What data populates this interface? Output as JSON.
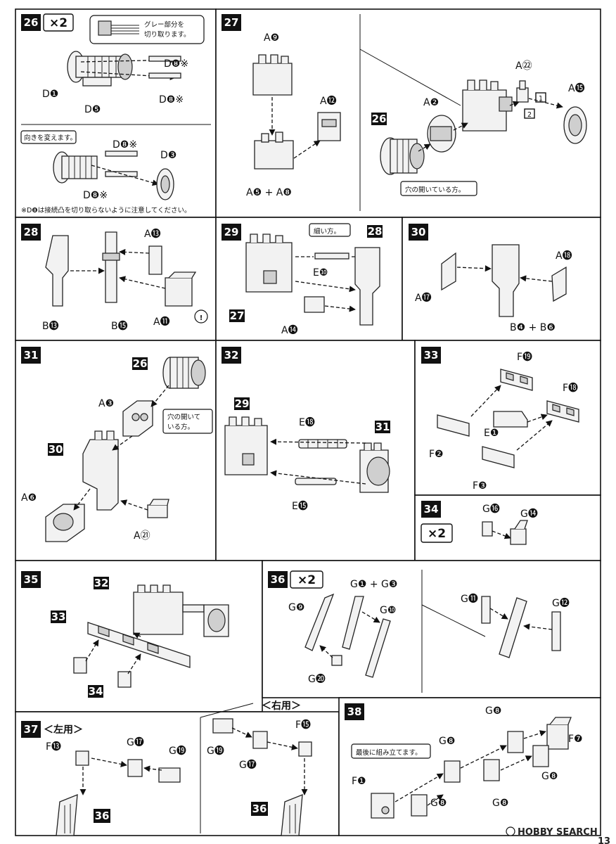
{
  "page": {
    "number": "13",
    "watermark": "HOBBY SEARCH"
  },
  "steps": {
    "s26": {
      "num": "26",
      "mult": "×2",
      "note_gray": "グレー部分を\n切り取ります。",
      "note_turn": "向きを変えます。",
      "note_bottom": "※D❽は接続凸を切り取らないように注意してください。",
      "labels": [
        "D❽※",
        "D❶",
        "D❺",
        "D❽※",
        "D❽※",
        "D❸",
        "D❽※"
      ]
    },
    "s27": {
      "num": "27",
      "labels": [
        "A❾",
        "A⓬",
        "A❺ + A❽",
        "A㉒",
        "A⓯",
        "A❷",
        "26"
      ],
      "note_hole": "穴の開いている方。",
      "steps": [
        "1",
        "2"
      ]
    },
    "s28": {
      "num": "28",
      "labels": [
        "A⓭",
        "B⓭",
        "B⓯",
        "A⓫"
      ]
    },
    "s29": {
      "num": "29",
      "labels": [
        "E❿",
        "A⓮",
        "27",
        "28"
      ],
      "note_thin": "細い方。"
    },
    "s30": {
      "num": "30",
      "labels": [
        "A⓲",
        "A⓱",
        "B❹ + B❻"
      ]
    },
    "s31": {
      "num": "31",
      "labels": [
        "26",
        "A❸",
        "30",
        "A❻",
        "A㉑"
      ],
      "note_hole": "穴の開いて\nいる方。"
    },
    "s32": {
      "num": "32",
      "labels": [
        "29",
        "E⓲",
        "31",
        "E⓯"
      ]
    },
    "s33": {
      "num": "33",
      "labels": [
        "F⓳",
        "F⓲",
        "E❶",
        "F❷",
        "F❸"
      ]
    },
    "s34": {
      "num": "34",
      "mult": "×2",
      "labels": [
        "G⓰",
        "G⓮"
      ]
    },
    "s35": {
      "num": "35",
      "labels": [
        "32",
        "33",
        "34"
      ]
    },
    "s36": {
      "num": "36",
      "mult": "×2",
      "labels": [
        "G❶ + G❸",
        "G❾",
        "G❿",
        "G⓴",
        "G⓫",
        "G⓬"
      ]
    },
    "s37": {
      "num": "37",
      "left_title": "＜左用＞",
      "right_title": "＜右用＞",
      "labels": [
        "F⓭",
        "G⓱",
        "G⓳",
        "36",
        "F⓯",
        "G⓳",
        "G⓱",
        "36"
      ]
    },
    "s38": {
      "num": "38",
      "note_last": "最後に組み立てます。",
      "labels": [
        "G❽",
        "F❼",
        "G❽",
        "G❽",
        "F❶",
        "G❽",
        "G❽"
      ]
    }
  }
}
